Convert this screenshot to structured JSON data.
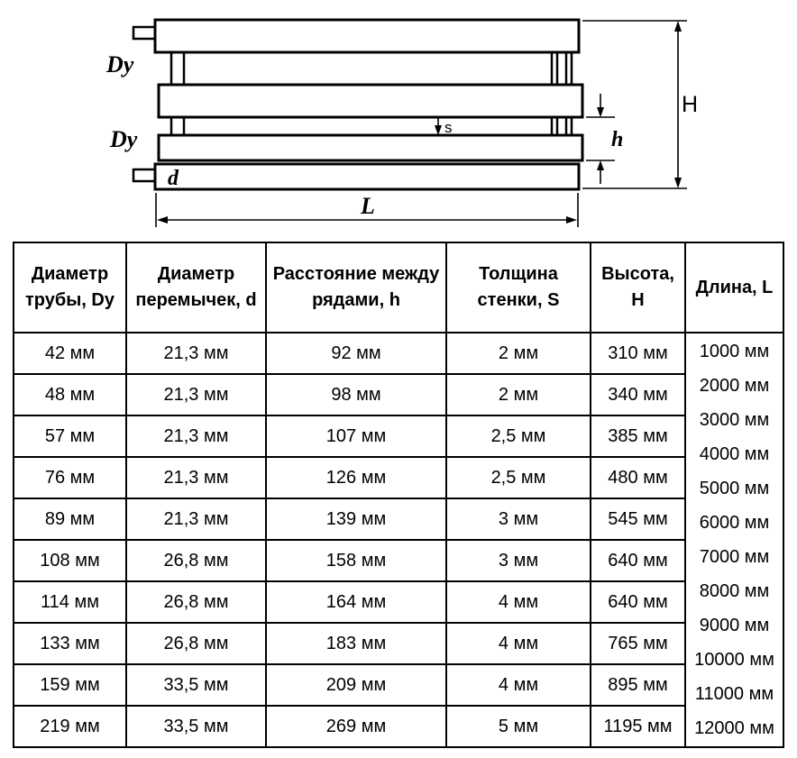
{
  "diagram": {
    "labels": {
      "dy": "Dy",
      "d": "d",
      "s": "s",
      "h_small": "h",
      "h_cap": "H",
      "l_cap": "L"
    }
  },
  "table": {
    "headers": [
      "Диаметр трубы, Dy",
      "Диаметр перемычек, d",
      "Расстояние между рядами, h",
      "Толщина стенки, S",
      "Высота, H",
      "Длина, L"
    ],
    "rows": [
      [
        "42 мм",
        "21,3 мм",
        "92 мм",
        "2 мм",
        "310 мм"
      ],
      [
        "48 мм",
        "21,3 мм",
        "98 мм",
        "2 мм",
        "340 мм"
      ],
      [
        "57 мм",
        "21,3 мм",
        "107 мм",
        "2,5 мм",
        "385 мм"
      ],
      [
        "76 мм",
        "21,3 мм",
        "126 мм",
        "2,5 мм",
        "480 мм"
      ],
      [
        "89 мм",
        "21,3 мм",
        "139 мм",
        "3 мм",
        "545 мм"
      ],
      [
        "108 мм",
        "26,8 мм",
        "158 мм",
        "3 мм",
        "640 мм"
      ],
      [
        "114 мм",
        "26,8 мм",
        "164 мм",
        "4 мм",
        "640 мм"
      ],
      [
        "133 мм",
        "26,8 мм",
        "183 мм",
        "4 мм",
        "765 мм"
      ],
      [
        "159 мм",
        "33,5 мм",
        "209 мм",
        "4 мм",
        "895 мм"
      ],
      [
        "219 мм",
        "33,5 мм",
        "269 мм",
        "5 мм",
        "1195 мм"
      ]
    ],
    "lengths": [
      "1000 мм",
      "2000 мм",
      "3000 мм",
      "4000 мм",
      "5000 мм",
      "6000 мм",
      "7000 мм",
      "8000 мм",
      "9000 мм",
      "10000 мм",
      "11000 мм",
      "12000 мм"
    ]
  },
  "colors": {
    "ink": "#000000",
    "background": "#ffffff"
  }
}
